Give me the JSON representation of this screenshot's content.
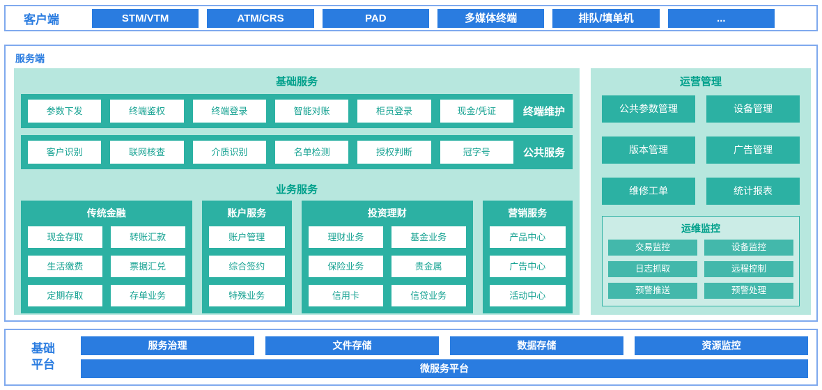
{
  "colors": {
    "blue": "#2a7ce0",
    "teal": "#2cb1a3",
    "teal_dark": "#00a08b",
    "mint": "#b7e7de",
    "border_blue": "#7fa9ee"
  },
  "client": {
    "label": "客户端",
    "items": [
      "STM/VTM",
      "ATM/CRS",
      "PAD",
      "多媒体终端",
      "排队/填单机",
      "..."
    ]
  },
  "server": {
    "label": "服务端",
    "basic": {
      "title": "基础服务",
      "row1": {
        "items": [
          "参数下发",
          "终端鉴权",
          "终端登录",
          "智能对账",
          "柜员登录",
          "现金/凭证"
        ],
        "label": "终端维护"
      },
      "row2": {
        "items": [
          "客户识别",
          "联网核查",
          "介质识别",
          "名单检测",
          "授权判断",
          "冠字号"
        ],
        "label": "公共服务"
      }
    },
    "business": {
      "title": "业务服务",
      "groups": [
        {
          "title": "传统金融",
          "items": [
            "现金存取",
            "转账汇款",
            "生活缴费",
            "票据汇兑",
            "定期存取",
            "存单业务"
          ]
        },
        {
          "title": "账户服务",
          "items": [
            "账户管理",
            "综合签约",
            "特殊业务"
          ]
        },
        {
          "title": "投资理财",
          "items": [
            "理财业务",
            "基金业务",
            "保险业务",
            "贵金属",
            "信用卡",
            "信贷业务"
          ]
        },
        {
          "title": "营销服务",
          "items": [
            "产品中心",
            "广告中心",
            "活动中心"
          ]
        }
      ]
    },
    "operations": {
      "title": "运营管理",
      "items": [
        "公共参数管理",
        "设备管理",
        "版本管理",
        "广告管理",
        "维修工单",
        "统计报表"
      ],
      "monitoring": {
        "title": "运维监控",
        "items": [
          "交易监控",
          "设备监控",
          "日志抓取",
          "远程控制",
          "预警推送",
          "预警处理"
        ]
      }
    }
  },
  "platform": {
    "label": "基础平台",
    "items": [
      "服务治理",
      "文件存储",
      "数据存储",
      "资源监控"
    ],
    "bar": "微服务平台"
  }
}
